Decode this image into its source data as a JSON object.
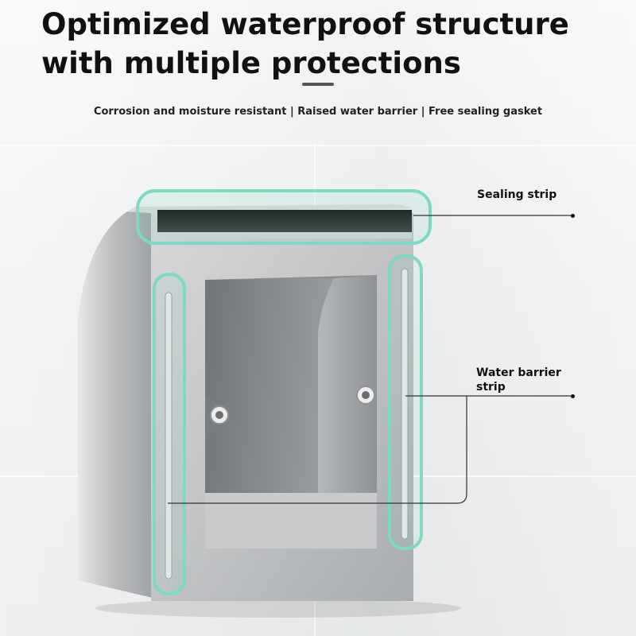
{
  "headline": "Optimized waterproof structure with multiple protections",
  "subheadline": "Corrosion and moisture resistant | Raised water barrier | Free sealing gasket",
  "callouts": {
    "sealing_strip": "Sealing strip",
    "water_barrier_strip": "Water barrier strip"
  },
  "colors": {
    "highlight": "#7fd8c2",
    "steel": "#c8cacc",
    "gasket": "#1c1c1c"
  }
}
